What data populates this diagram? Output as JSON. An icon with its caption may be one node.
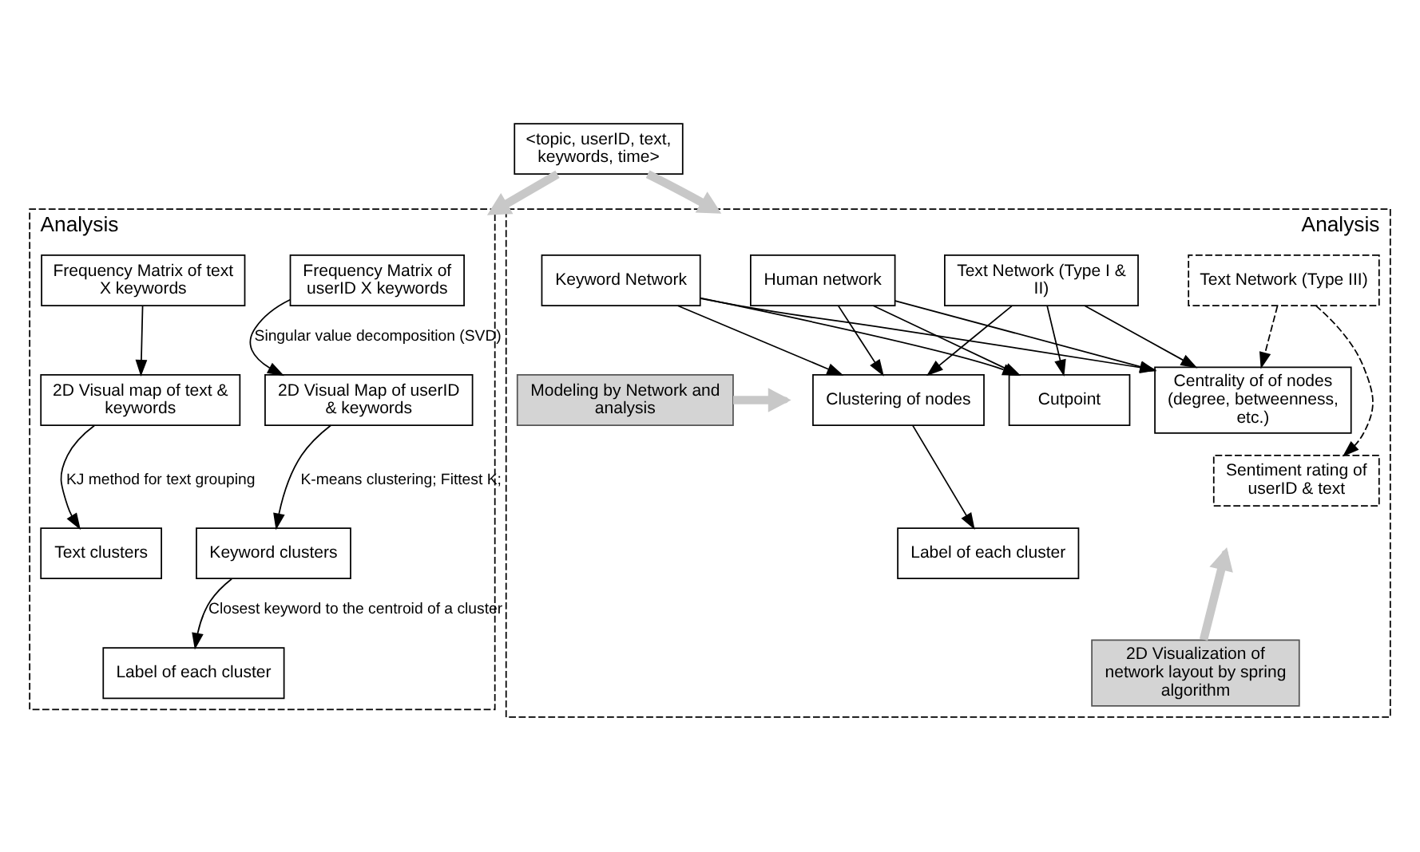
{
  "diagram": {
    "nodes": [
      {
        "text": [
          "<topic, userID, text, keywords, time>"
        ]
      },
      {
        "text": [
          "Analysis"
        ]
      },
      {
        "text": [
          "Frequency Matrix of userID X keywords"
        ],
        "in": 1
      },
      {
        "text": [
          "Frequency Matrix of text X keywords"
        ],
        "in": 1
      },
      {
        "text": [
          "2D Visual Map of userID & keywords"
        ],
        "in": 1
      },
      {
        "text": [
          "2D Visual map of text & keywords"
        ],
        "in": 1
      },
      {
        "text": [
          "Keyword clusters"
        ],
        "in": 1
      },
      {
        "text": [
          "Label of each cluster"
        ],
        "in": 1
      },
      {
        "text": [
          "Text clusters"
        ],
        "in": 1
      },
      {
        "text": [
          "Analysis"
        ]
      },
      {
        "text": [
          "Modeling by Network and analysis"
        ],
        "in": 9
      },
      {
        "text": [
          "Keyword Network"
        ],
        "in": 9
      },
      {
        "text": [
          "Human network"
        ],
        "in": 9
      },
      {
        "text": [
          "Text Network (Type I & II)"
        ],
        "in": 9
      },
      {
        "text": [
          "Text Network (Type III)"
        ],
        "in": 9
      },
      {
        "text": [
          "Cutpoint"
        ],
        "in": 9
      },
      {
        "text": [
          "Centrality of of nodes (degree, betweenness, etc.)"
        ],
        "in": 9
      },
      {
        "text": [
          "Clustering of nodes"
        ],
        "in": 9
      },
      {
        "text": [
          "Label of each cluster"
        ],
        "in": 9
      },
      {
        "text": [
          "Sentiment rating of userID & text"
        ],
        "in": 9
      },
      {
        "text": [
          "2D Visualization of network layout by spring algorithm"
        ],
        "in": 9
      }
    ],
    "edges": [
      {
        "from": 0,
        "to": 1,
        "arrow": "to",
        "style": "thick",
        "color": "#c8c8c8"
      },
      {
        "from": 0,
        "to": 9,
        "arrow": "to",
        "style": "thick",
        "color": "#c8c8c8"
      },
      {
        "from": 2,
        "to": 4,
        "arrow": "to",
        "label": "Singular value decomposition (SVD)"
      },
      {
        "from": 3,
        "to": 5,
        "arrow": "to"
      },
      {
        "from": 4,
        "to": 6,
        "arrow": "to",
        "label": "K-means clustering; Fittest K;"
      },
      {
        "from": 6,
        "to": 7,
        "arrow": "to",
        "label": "Closest keyword to the centroid of a cluster"
      },
      {
        "from": 5,
        "to": 8,
        "arrow": "to",
        "label": "KJ method for text grouping"
      },
      {
        "from": 11,
        "to": 15,
        "arrow": "to"
      },
      {
        "from": 11,
        "to": 16,
        "arrow": "to"
      },
      {
        "from": 11,
        "to": 17,
        "arrow": "to"
      },
      {
        "from": 12,
        "to": 15,
        "arrow": "to"
      },
      {
        "from": 12,
        "to": 16,
        "arrow": "to"
      },
      {
        "from": 12,
        "to": 17,
        "arrow": "to"
      },
      {
        "from": 13,
        "to": 15,
        "arrow": "to"
      },
      {
        "from": 13,
        "to": 16,
        "arrow": "to"
      },
      {
        "from": 13,
        "to": 17,
        "arrow": "to"
      },
      {
        "from": 14,
        "to": 16,
        "arrow": "to",
        "style": "dashed"
      },
      {
        "from": 14,
        "to": 19,
        "arrow": "to",
        "style": "dashed"
      },
      {
        "from": 17,
        "to": 18,
        "arrow": "to"
      },
      {
        "from": 10,
        "to": null,
        "arrow": "to",
        "style": "thick",
        "color": "#c8c8c8"
      },
      {
        "from": 20,
        "to": null,
        "arrow": "to",
        "style": "thick",
        "color": "#c8c8c8"
      }
    ]
  }
}
